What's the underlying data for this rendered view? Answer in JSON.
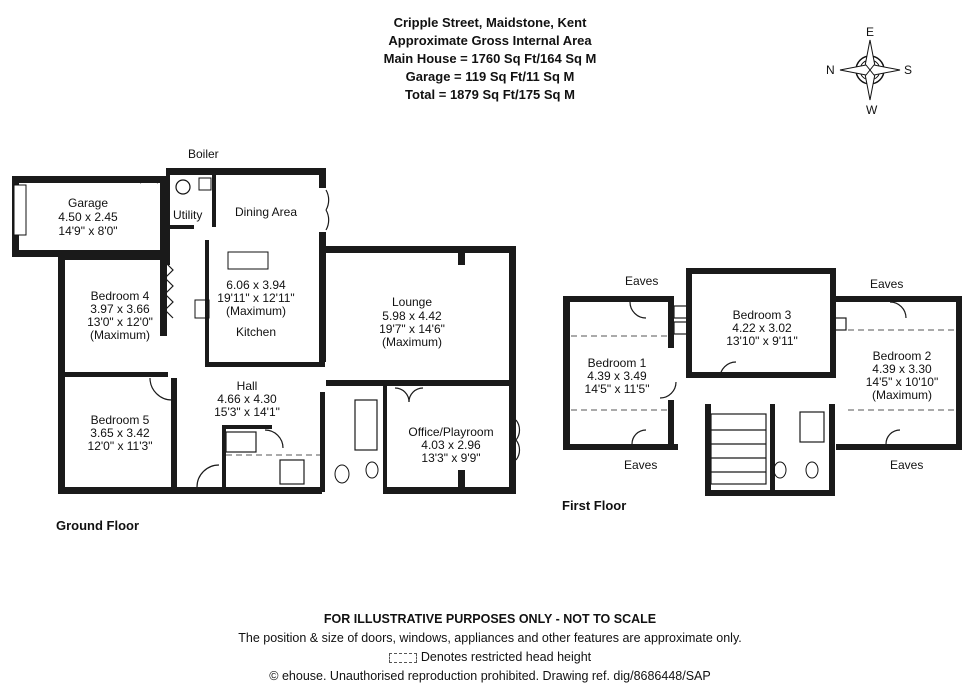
{
  "header": {
    "address": "Cripple Street, Maidstone, Kent",
    "area_title": "Approximate Gross Internal Area",
    "main_house": "Main House = 1760 Sq Ft/164 Sq M",
    "garage": "Garage = 119 Sq Ft/11 Sq M",
    "total": "Total = 1879 Sq Ft/175 Sq M"
  },
  "compass": {
    "n": "N",
    "e": "E",
    "s": "S",
    "w": "W",
    "icon": "compass-rose-icon"
  },
  "ground_floor": {
    "title": "Ground Floor",
    "boiler": "Boiler",
    "utility": "Utility",
    "garage": {
      "name": "Garage",
      "metric": "4.50 x 2.45",
      "imperial": "14'9\" x 8'0\""
    },
    "dining": {
      "name": "Dining Area"
    },
    "kitchen": {
      "name": "Kitchen",
      "metric": "6.06 x 3.94",
      "imperial": "19'11\" x 12'11\"",
      "note": "(Maximum)"
    },
    "bedroom4": {
      "name": "Bedroom 4",
      "metric": "3.97 x 3.66",
      "imperial": "13'0\" x 12'0\"",
      "note": "(Maximum)"
    },
    "lounge": {
      "name": "Lounge",
      "metric": "5.98 x 4.42",
      "imperial": "19'7\" x 14'6\"",
      "note": "(Maximum)"
    },
    "hall": {
      "name": "Hall",
      "metric": "4.66 x 4.30",
      "imperial": "15'3\" x 14'1\""
    },
    "bedroom5": {
      "name": "Bedroom 5",
      "metric": "3.65 x 3.42",
      "imperial": "12'0\" x 11'3\""
    },
    "office": {
      "name": "Office/Playroom",
      "metric": "4.03 x 2.96",
      "imperial": "13'3\" x 9'9\""
    }
  },
  "first_floor": {
    "title": "First Floor",
    "eaves": "Eaves",
    "bedroom1": {
      "name": "Bedroom 1",
      "metric": "4.39 x 3.49",
      "imperial": "14'5\" x 11'5\""
    },
    "bedroom3": {
      "name": "Bedroom 3",
      "metric": "4.22 x 3.02",
      "imperial": "13'10\" x 9'11\""
    },
    "bedroom2": {
      "name": "Bedroom 2",
      "metric": "4.39 x 3.30",
      "imperial": "14'5\" x 10'10\"",
      "note": "(Maximum)"
    }
  },
  "footer": {
    "disclaimer": "FOR ILLUSTRATIVE PURPOSES ONLY - NOT TO SCALE",
    "note": "The position & size of doors, windows, appliances and other features are approximate only.",
    "legend": "Denotes restricted head height",
    "copyright": "© ehouse. Unauthorised reproduction prohibited. Drawing ref. dig/8686448/SAP"
  }
}
